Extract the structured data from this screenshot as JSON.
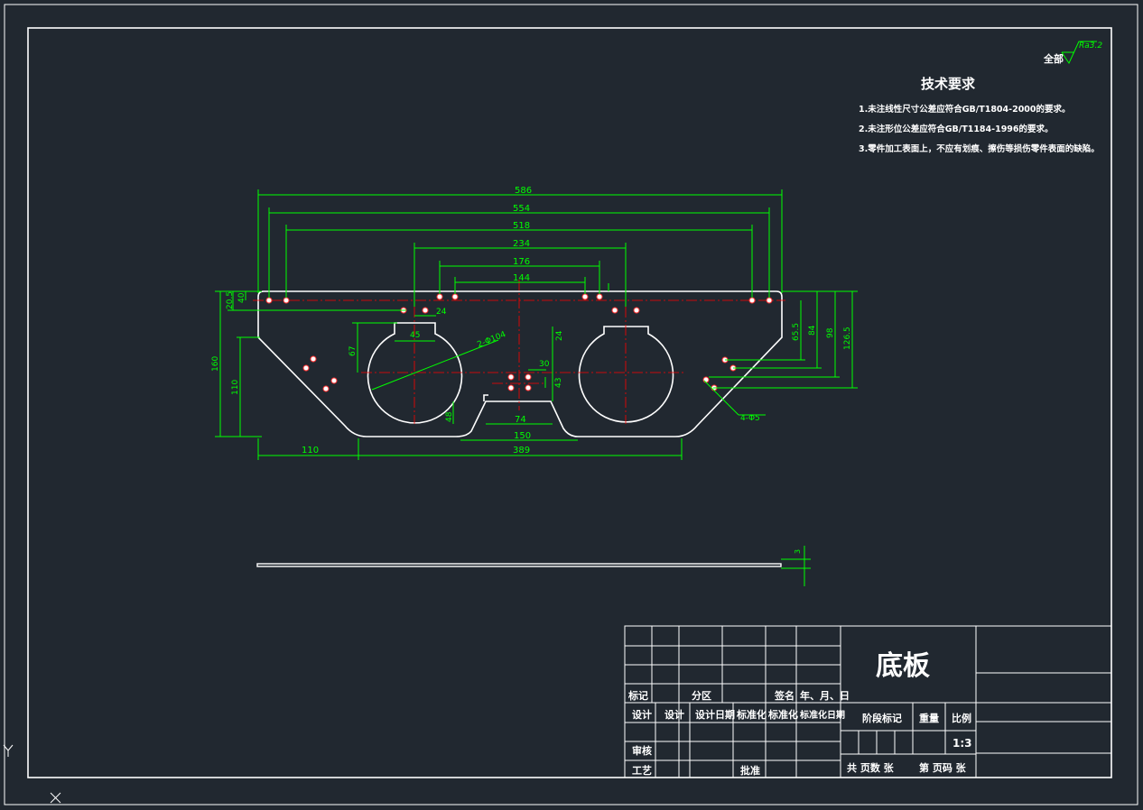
{
  "drawing": {
    "roughness_label": "全部",
    "roughness_value": "Ra3.2"
  },
  "tech_requirements": {
    "title": "技术要求",
    "items": [
      "1.未注线性尺寸公差应符合GB/T1804-2000的要求。",
      "2.未注形位公差应符合GB/T1184-1996的要求。",
      "3.零件加工表面上，不应有划痕、擦伤等损伤零件表面的缺陷。"
    ]
  },
  "dimensions": {
    "top": [
      "586",
      "554",
      "518",
      "234",
      "176",
      "144"
    ],
    "left": [
      "20.5",
      "40",
      "67",
      "160",
      "110"
    ],
    "right": [
      "65.5",
      "84",
      "98",
      "126.5"
    ],
    "bottom": [
      "110",
      "389",
      "150",
      "74"
    ],
    "inner": [
      "45",
      "24",
      "2-Φ104",
      "30",
      "43",
      "24",
      "48",
      "4-Φ5"
    ],
    "side_view": "3"
  },
  "title_block": {
    "part_name": "底板",
    "row_labels": {
      "mark": "标记",
      "zone": "分区",
      "signature": "签名",
      "date_ymd": "年、月、日",
      "design": "设计",
      "design2": "设计",
      "design_date": "设计日期",
      "standardize": "标准化",
      "standardize2": "标准化",
      "std_date": "标准化日期",
      "review": "审核",
      "process": "工艺",
      "approve": "批准"
    },
    "stage_mark": "阶段标记",
    "weight": "重量",
    "scale_label": "比例",
    "scale_value": "1:3",
    "sheets_total": "共  页数  张",
    "sheet_no": "第  页码  张"
  }
}
